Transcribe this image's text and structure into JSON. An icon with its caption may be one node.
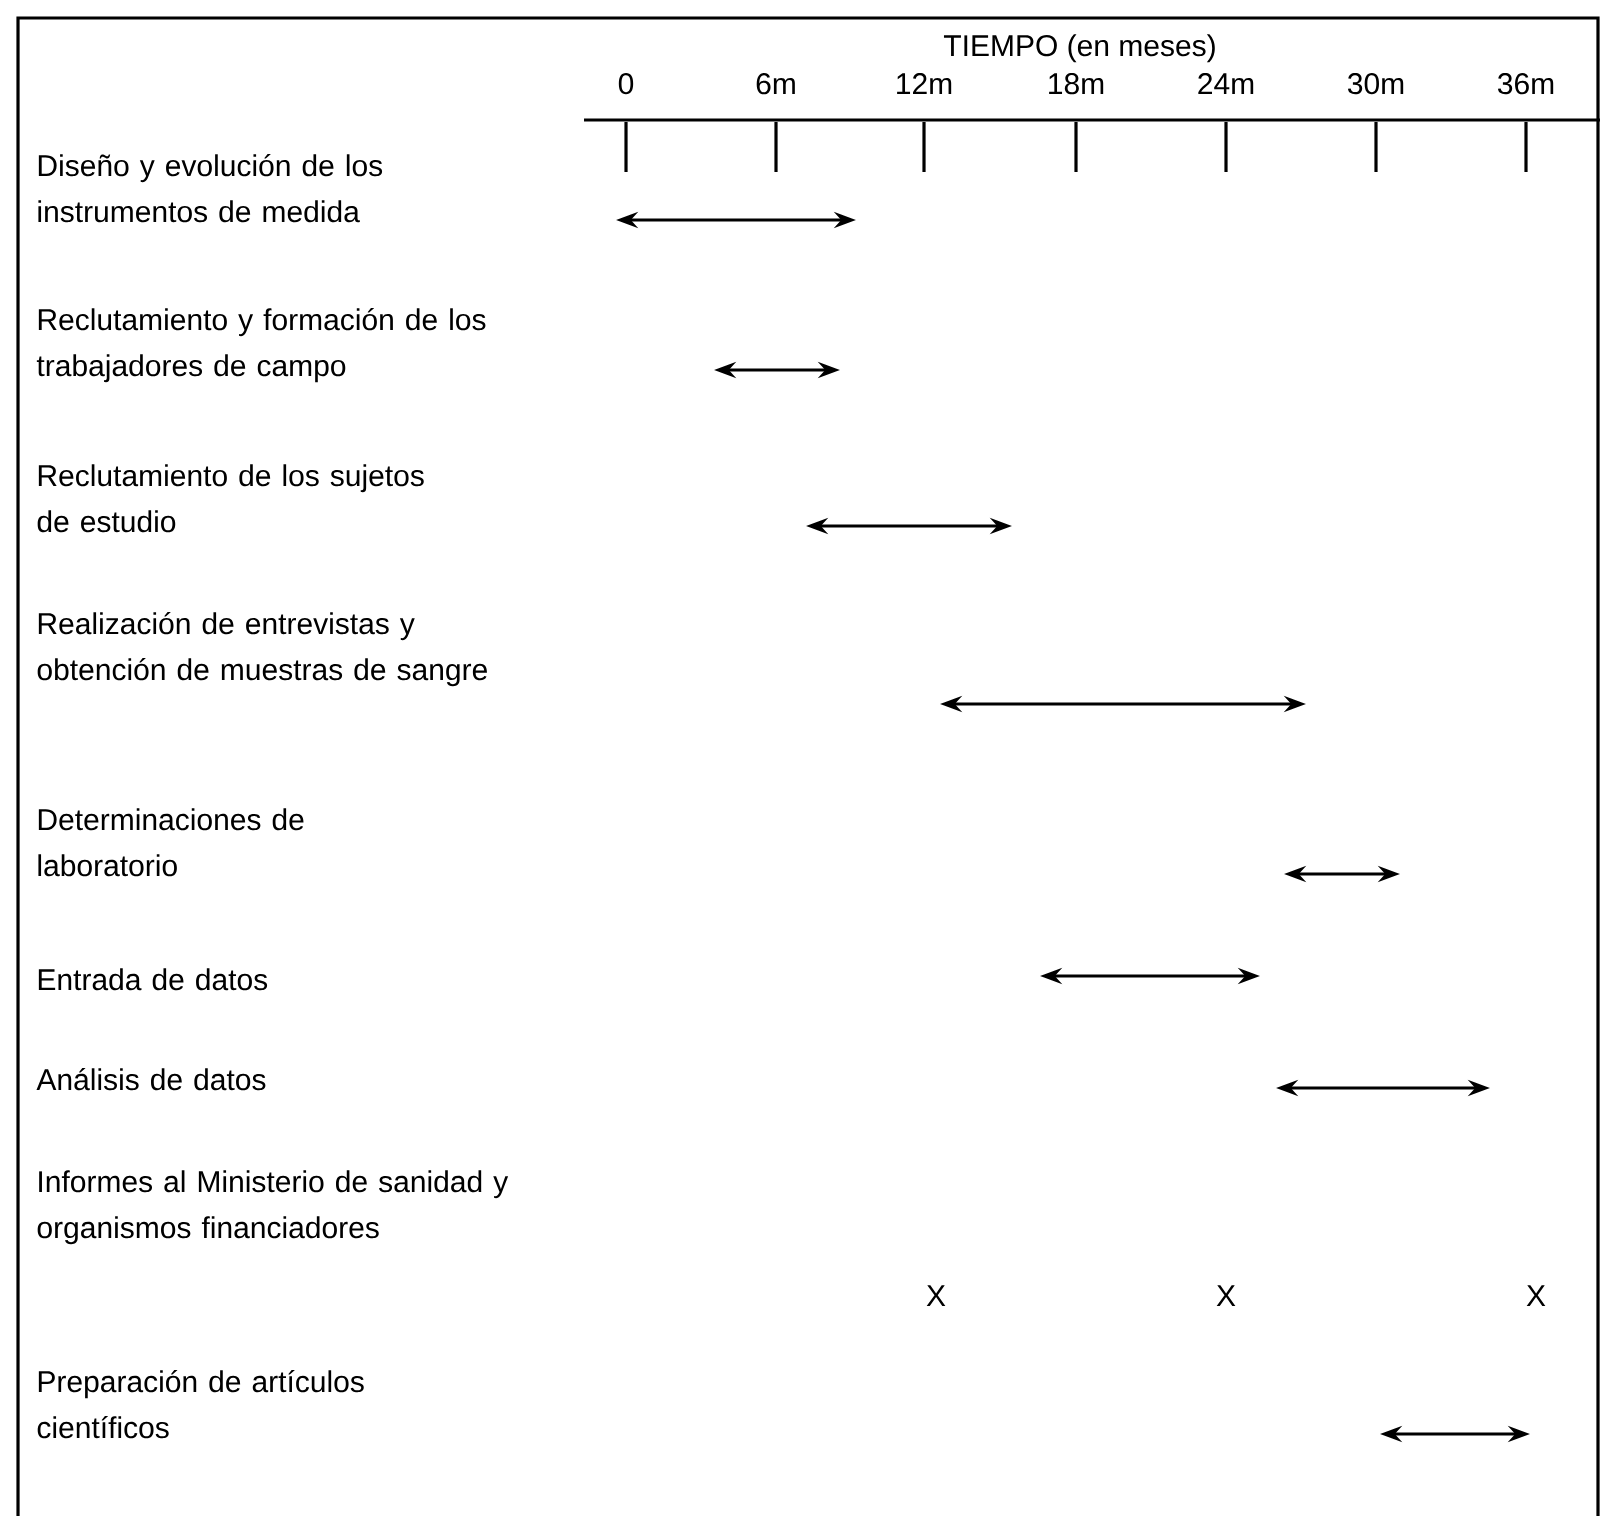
{
  "diagram": {
    "title": "TIEMPO (en meses)",
    "labels": [
      "0",
      "6m",
      "12m",
      "18m",
      "24m",
      "30m",
      "36m",
      "Diseño y evolución de los instrumentos de medida",
      "Reclutamiento y formación de los trabajadores de campo",
      "Reclutamiento de los sujetos de estudio",
      "Realización de entrevistas y obtención de muestras de sangre",
      "Determinaciones de laboratorio",
      "Entrada de datos",
      "Análisis de datos",
      "Informes al Ministerio de sanidad y organismos financiadores",
      "X",
      "X",
      "X",
      "Preparación de artículos científicos"
    ]
  }
}
